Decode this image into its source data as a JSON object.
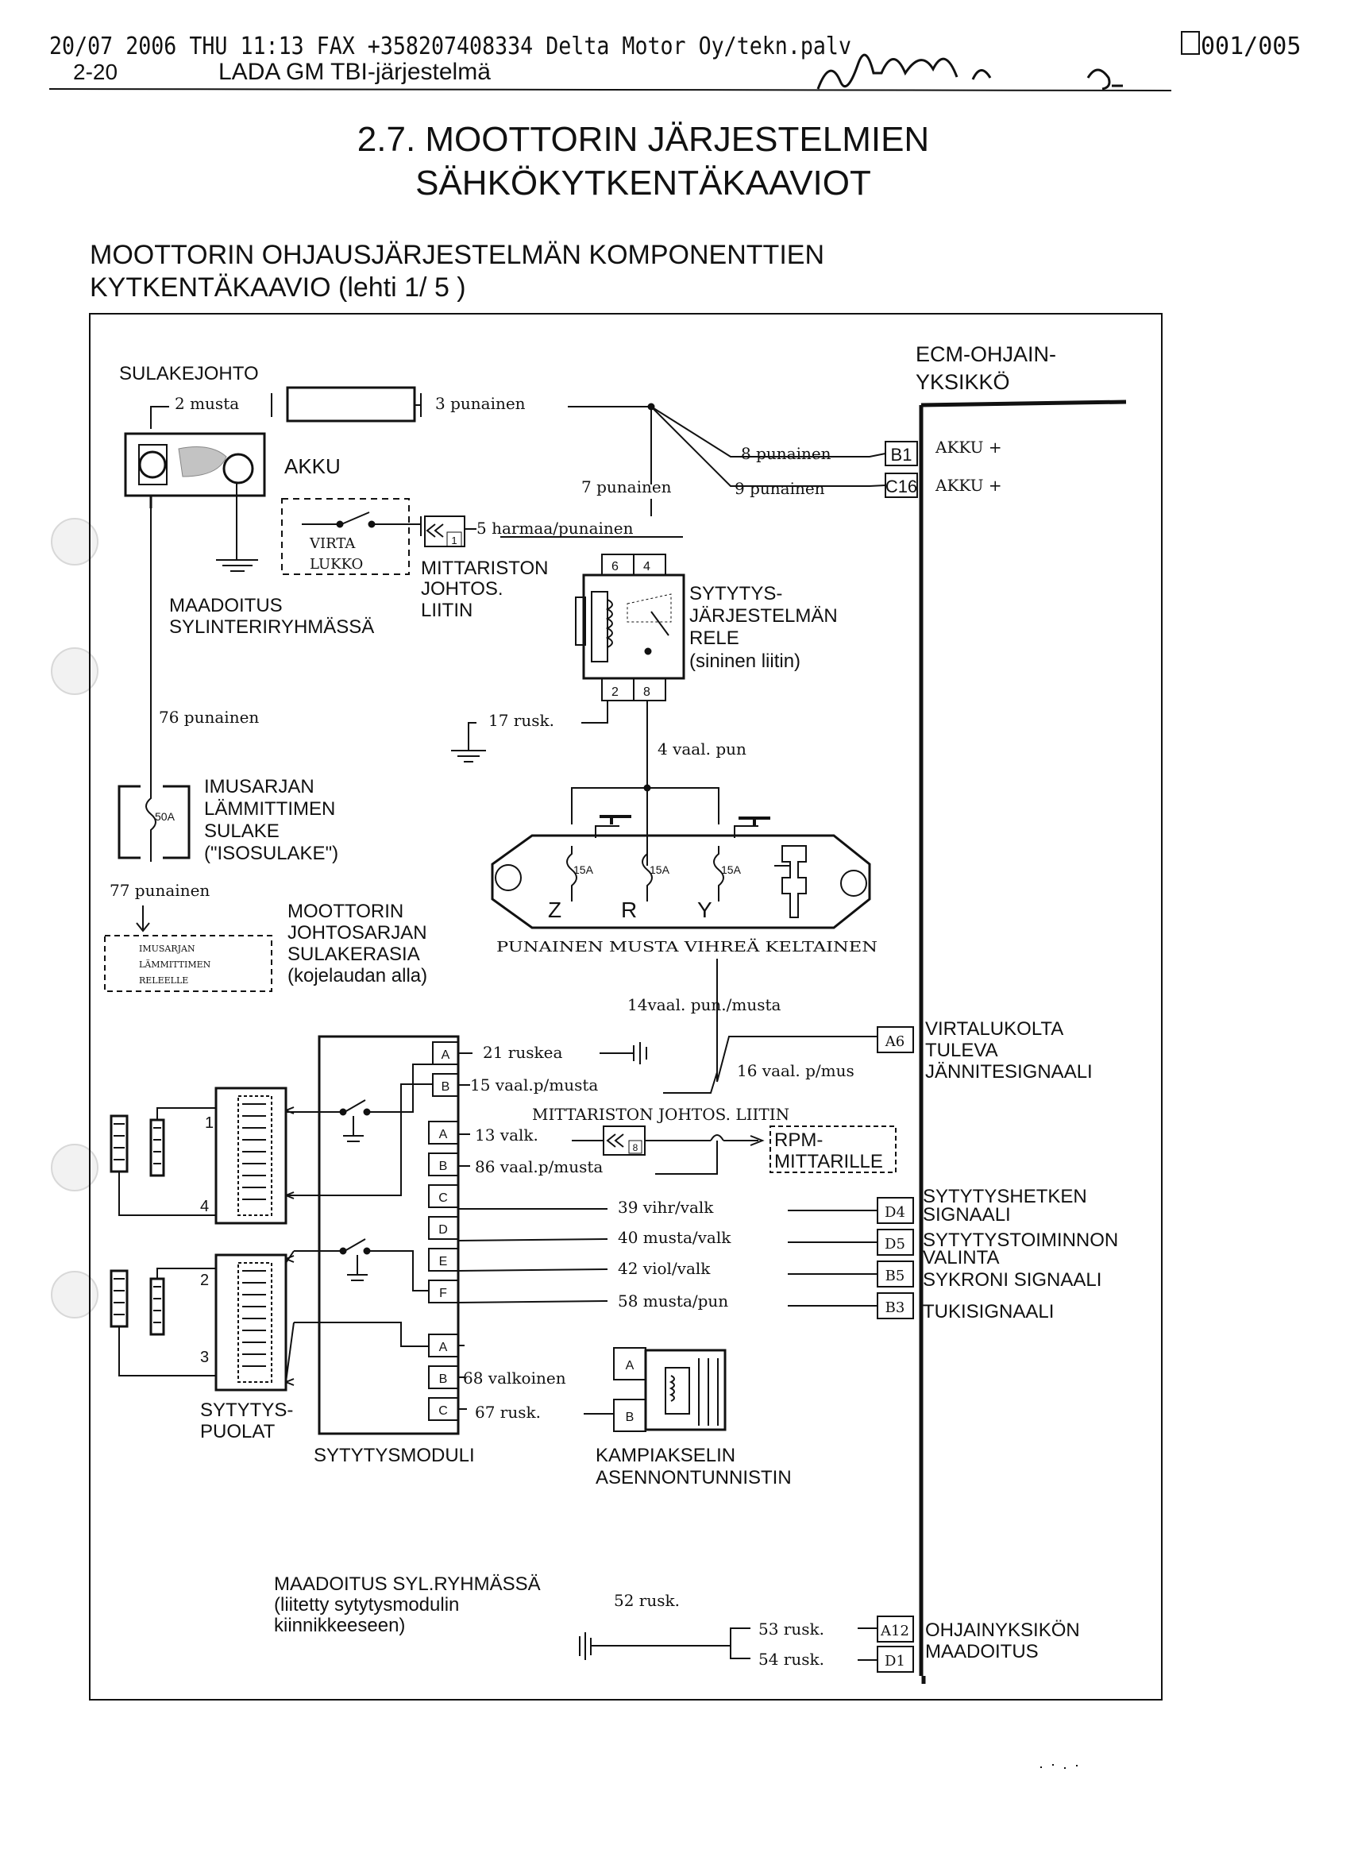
{
  "header": {
    "fax_line": "20/07 2006 THU 11:13  FAX +358207408334 Delta Motor Oy/tekn.palv",
    "page_counter": "001/005",
    "page_num": "2-20",
    "section": "LADA GM TBI-järjestelmä"
  },
  "title": {
    "line1": "2.7. MOOTTORIN JÄRJESTELMIEN",
    "line2": "SÄHKÖKYTKENTÄKAAVIOT"
  },
  "subtitle": {
    "line1": "MOOTTORIN OHJAUSJÄRJESTELMÄN KOMPONENTTIEN",
    "line2": "KYTKENTÄKAAVIO (lehti 1/ 5 )"
  },
  "components": {
    "fuse_wire": "SULAKEJOHTO",
    "battery": "AKKU",
    "ignition_lock": [
      "VIRTA",
      "LUKKO"
    ],
    "ground_cyl": [
      "MAADOITUS",
      "SYLINTERIRYHMÄSSÄ"
    ],
    "meter_harness": [
      "MITTARISTON",
      "JOHTOS.",
      "LIITIN"
    ],
    "ignition_relay": [
      "SYTYTYS-",
      "JÄRJESTELMÄN",
      "RELE",
      "(sininen liitin)"
    ],
    "ecm": [
      "ECM-OHJAIN-",
      "YKSIKKÖ"
    ],
    "intake_fuse": [
      "IMUSARJAN",
      "LÄMMITTIMEN",
      "SULAKE",
      "(\"ISOSULAKE\")"
    ],
    "intake_fuse_rating": "50A",
    "heater_relay_box": [
      "IMUSARJAN",
      "LÄMMITTIMEN",
      "RELEELLE"
    ],
    "fuse_box": [
      "MOOTTORIN",
      "JOHTOSARJAN",
      "SULAKERASIA",
      "(kojelaudan alla)"
    ],
    "fuse_ratings": [
      "15A",
      "15A",
      "15A"
    ],
    "fuse_letters": [
      "Z",
      "R",
      "Y"
    ],
    "fuse_colors": "PUNAINEN MUSTA VIHREÄ KELTAINEN",
    "ignition_coils": [
      "SYTYTYS-",
      "PUOLAT"
    ],
    "ignition_module": "SYTYTYSMODULI",
    "crank_sensor": [
      "KAMPIAKSELIN",
      "ASENNONTUNNISTIN"
    ],
    "rpm_meter": [
      "RPM-",
      "MITTARILLE"
    ],
    "meter_harness_conn": "MITTARISTON JOHTOS. LIITIN",
    "ground_module": [
      "MAADOITUS SYL.RYHMÄSSÄ",
      "(liitetty sytytysmodulin",
      "kiinnikkeeseen)"
    ]
  },
  "wires": {
    "w2": "2 musta",
    "w3": "3 punainen",
    "w7": "7 punainen",
    "w8": "8 punainen",
    "w9": "9 punainen",
    "w5": "5 harmaa/punainen",
    "w76": "76 punainen",
    "w17": "17 rusk.",
    "w4": "4 vaal. pun",
    "w77": "77 punainen",
    "w14": "14vaal. pun./musta",
    "w21": "21 ruskea",
    "w15": "15 vaal.p/musta",
    "w16": "16 vaal. p/mus",
    "w13": "13 valk.",
    "w86": "86 vaal.p/musta",
    "w39": "39 vihr/valk",
    "w40": "40 musta/valk",
    "w42": "42 viol/valk",
    "w58": "58 musta/pun",
    "w68": "68 valkoinen",
    "w67": "67 rusk.",
    "w52": "52 rusk.",
    "w53": "53 rusk.",
    "w54": "54 rusk."
  },
  "ecm_pins": [
    {
      "pin": "B1",
      "signal": "AKKU +"
    },
    {
      "pin": "C16",
      "signal": "AKKU +"
    },
    {
      "pin": "A6",
      "signal": "VIRTALUKOLTA TULEVA JÄNNITESIGNAALI"
    },
    {
      "pin": "D4",
      "signal": "SYTYTYSHETKEN SIGNAALI"
    },
    {
      "pin": "D5",
      "signal": "SYTYTYSTOIMINNON VALINTA"
    },
    {
      "pin": "B5",
      "signal": "SYKRONI SIGNAALI"
    },
    {
      "pin": "B3",
      "signal": "TUKISIGNAALI"
    },
    {
      "pin": "A12",
      "signal": "OHJAINYKSIKÖN MAADOITUS"
    },
    {
      "pin": "D1",
      "signal": ""
    }
  ],
  "ecm_signal_lines": {
    "a6": [
      "VIRTALUKOLTA",
      "TULEVA",
      "JÄNNITESIGNAALI"
    ],
    "d4": [
      "SYTYTYSHETKEN",
      "SIGNAALI"
    ],
    "d5": [
      "SYTYTYSTOIMINNON",
      "VALINTA"
    ],
    "b5": "SYKRONI SIGNAALI",
    "b3": "TUKISIGNAALI",
    "ground": [
      "OHJAINYKSIKÖN",
      "MAADOITUS"
    ]
  },
  "module_pins": [
    "A",
    "B",
    "A",
    "B",
    "C",
    "D",
    "E",
    "F",
    "A",
    "B",
    "C"
  ],
  "relay_pins": [
    "6",
    "4",
    "2",
    "8"
  ],
  "coil_numbers": [
    "1",
    "4",
    "2",
    "3"
  ],
  "connector_pin_5": "1",
  "connector_pin_13": "8",
  "sensor_pins": [
    "A",
    "B"
  ]
}
